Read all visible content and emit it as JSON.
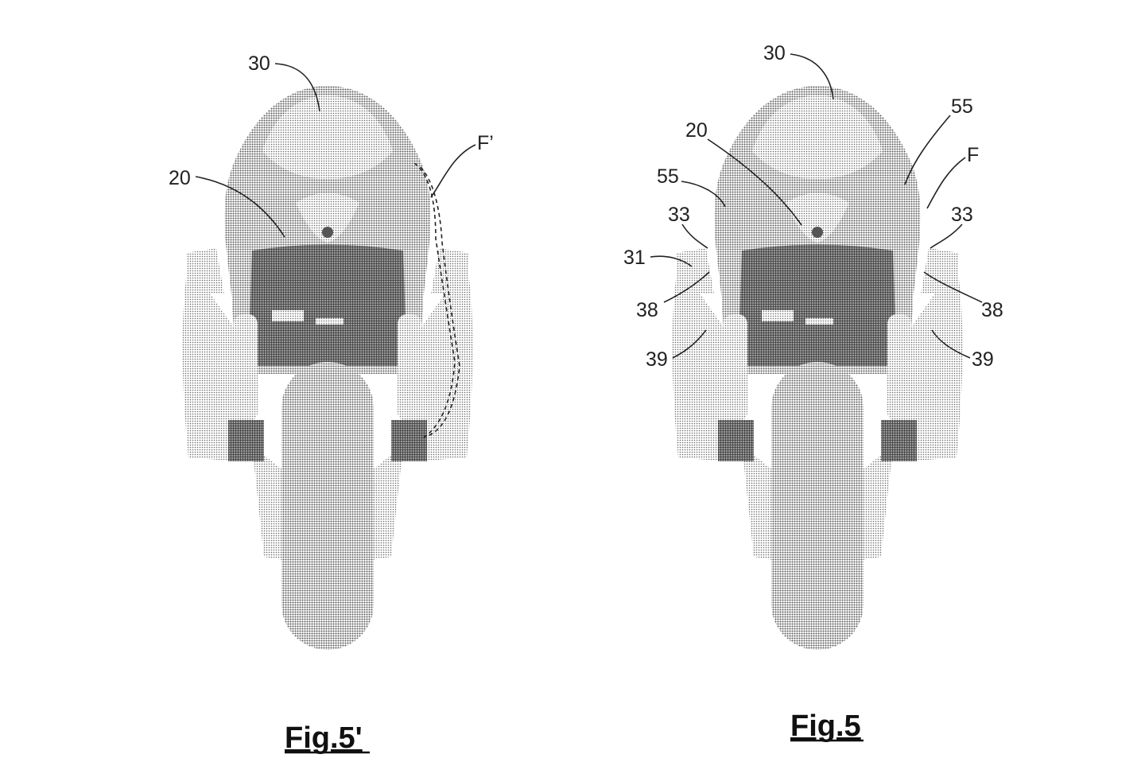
{
  "figures": [
    {
      "caption": "Fig.5'",
      "refs": {
        "top": "30",
        "body": "20",
        "flow": "F’"
      }
    },
    {
      "caption": "Fig.5",
      "refs": {
        "top": "30",
        "body": "20",
        "wing_left": "55",
        "wing_right": "55",
        "flow": "F",
        "fin_left": "33",
        "fin_right": "33",
        "side_left": "31",
        "panel_left": "38",
        "panel_right": "38",
        "lower_left": "39",
        "lower_right": "39"
      }
    }
  ]
}
